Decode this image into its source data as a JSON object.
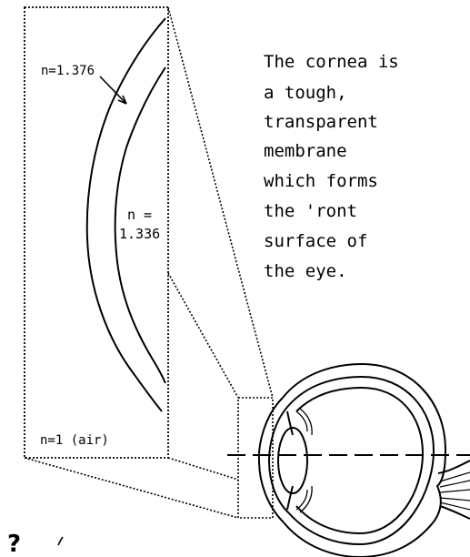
{
  "labels": {
    "outer_index": "n=1.376",
    "inner_index_line1": "n =",
    "inner_index_line2": "1.336",
    "air_index": "n=1 (air)"
  },
  "caption": {
    "lines": [
      "The cornea is",
      "a tough,",
      "transparent",
      "membrane",
      "which forms",
      "the 'ront",
      "surface of",
      "the eye."
    ]
  },
  "help": {
    "glyph": "?"
  },
  "colors": {
    "ink": "#000000",
    "background": "#ffffff"
  }
}
